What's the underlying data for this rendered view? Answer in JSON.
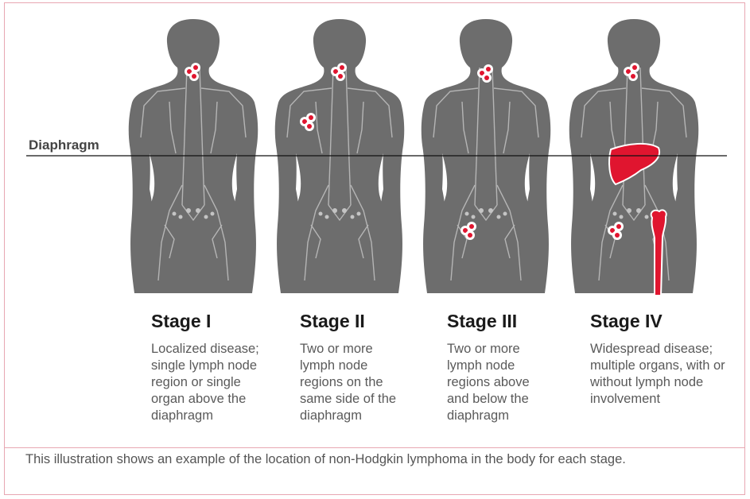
{
  "diaphragm_label": "Diaphragm",
  "stages": [
    {
      "title": "Stage I",
      "desc": "Localized disease; single lymph node region or single organ above the diaphragm"
    },
    {
      "title": "Stage II",
      "desc": "Two or more lymph node regions on the same side of the diaphragm"
    },
    {
      "title": "Stage III",
      "desc": "Two or more lymph node regions above and below the diaphragm"
    },
    {
      "title": "Stage IV",
      "desc": "Widespread disease; multiple organs, with or without lymph node involvement"
    }
  ],
  "caption": "This illustration shows an example of the location of non-Hodgkin lymphoma in the body for each stage.",
  "colors": {
    "body": "#6d6d6d",
    "vessel": "#bdbdbd",
    "highlight": "#e0152f",
    "border": "#e8a7b2"
  }
}
